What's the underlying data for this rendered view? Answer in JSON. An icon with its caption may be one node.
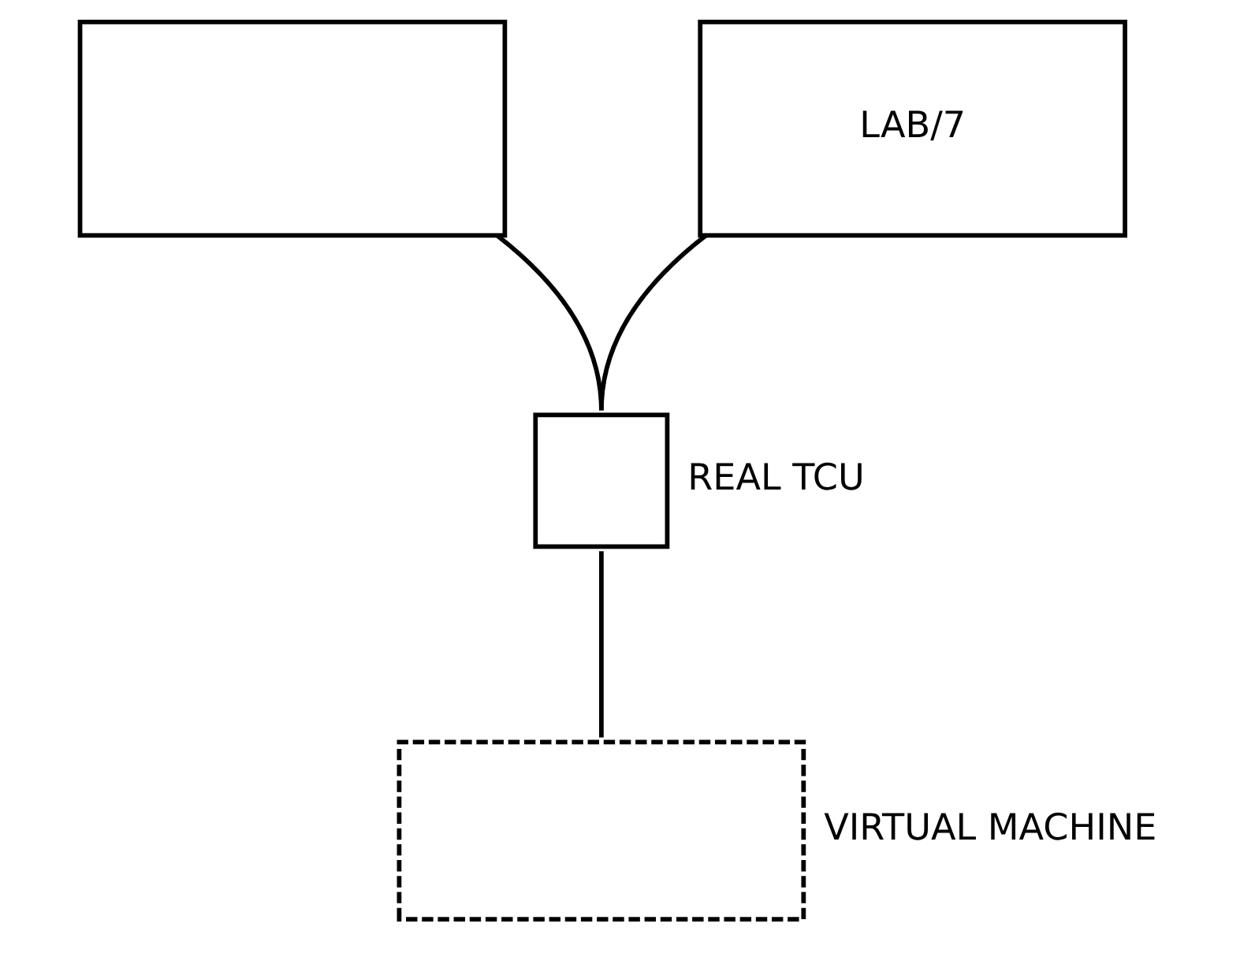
{
  "diagram": {
    "nodes": [
      {
        "text": [],
        "shape": "box"
      },
      {
        "text": [
          "LAB/7"
        ]
      },
      {
        "text": [],
        "shape": "box",
        "beside": [
          "REAL TCU"
        ]
      },
      {
        "text": [],
        "shape": "box",
        "beside": [
          "VIRTUAL MACHINE"
        ]
      }
    ],
    "edges": [
      {
        "from": 0,
        "to": 2,
        "arrow": "none"
      },
      {
        "from": 1,
        "to": 2,
        "arrow": "none"
      },
      {
        "from": 2,
        "to": 3,
        "arrow": "none"
      }
    ]
  }
}
